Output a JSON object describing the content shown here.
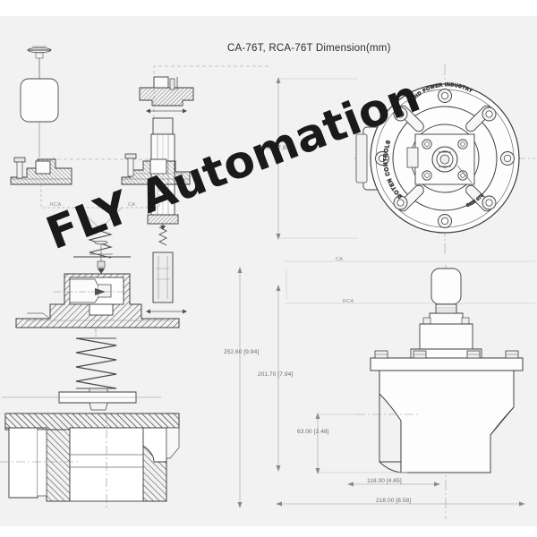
{
  "document": {
    "title": "CA-76T, RCA-76T  Dimension(mm)",
    "watermark": "FLY Automation",
    "brand_text": "DOTEN CONTROLS",
    "brand_text_top": "FLUID POWER INDUSTRY"
  },
  "labels": {
    "rca_left": "RCA",
    "ca_left": "CA",
    "ca_right": "CA",
    "rca_right": "RCA"
  },
  "dimensions": {
    "height_top": "200.00 [7.87]",
    "overall_height": "252.60 [9.94]",
    "body_height": "201.70 [7.94]",
    "base_height": "63.00 [2.48]",
    "bolt_span": "118.00 [4.65]",
    "flange_width": "218.00 [8.58]"
  },
  "colors": {
    "background": "#f2f2f2",
    "line": "#3a3a3a",
    "light_line": "#9a9a9a",
    "hatch": "#555555",
    "text": "#2b2b2b",
    "dim_text": "#6b6b6b"
  }
}
